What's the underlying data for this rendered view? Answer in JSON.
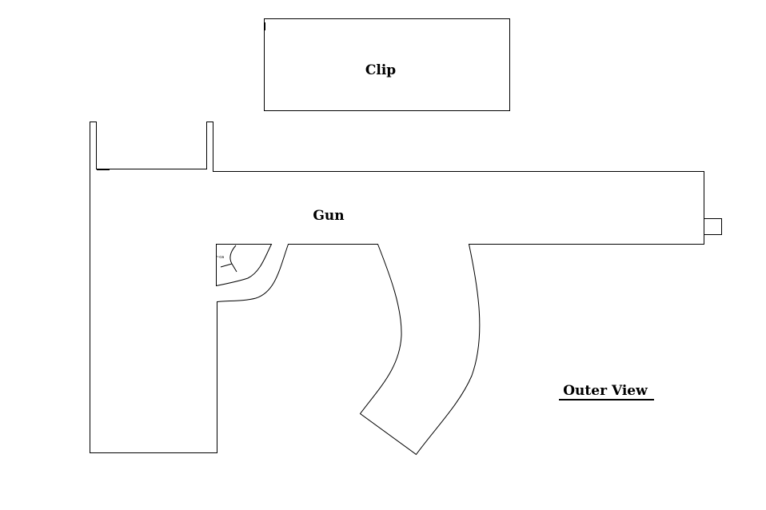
{
  "labels": {
    "clip": "Clip",
    "gun": "Gun",
    "outer_view": "Outer View",
    "trigger_mark": "~ca"
  },
  "colors": {
    "background": "#ffffff",
    "stroke": "#000000"
  }
}
